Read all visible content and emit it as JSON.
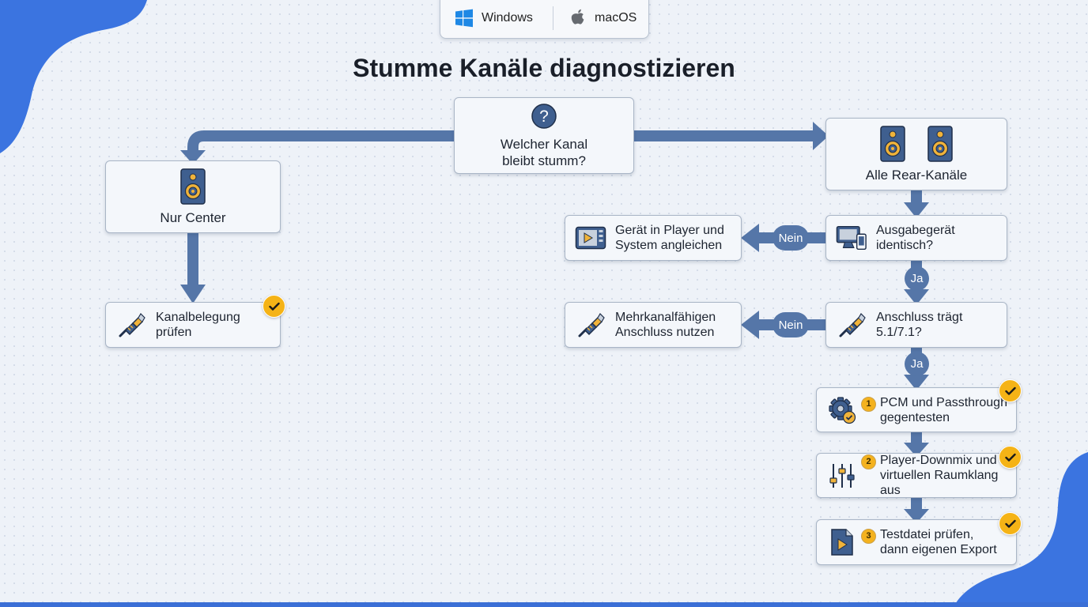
{
  "os_toggle": {
    "windows_label": "Windows",
    "macos_label": "macOS"
  },
  "title": "Stumme Kanäle diagnostizieren",
  "nodes": {
    "question": {
      "line1": "Welcher Kanal",
      "line2": "bleibt stumm?",
      "icon": "question-icon"
    },
    "center": {
      "label": "Nur Center",
      "icon": "speaker-icon"
    },
    "rear": {
      "label": "Alle Rear-Kanäle",
      "icon": "speaker-pair-icon"
    },
    "kanalbelegung": {
      "line1": "Kanalbelegung",
      "line2": "prüfen",
      "icon": "cable-plug-icon",
      "checked": true
    },
    "ausgabegeraet": {
      "line1": "Ausgabegerät",
      "line2": "identisch?",
      "icon": "monitor-device-icon"
    },
    "geraet_player": {
      "line1": "Gerät in Player und",
      "line2": "System angleichen",
      "icon": "video-player-icon"
    },
    "anschluss": {
      "line1": "Anschluss trägt",
      "line2": "5.1/7.1?",
      "icon": "cable-plug-icon"
    },
    "mehrkanal": {
      "line1": "Mehrkanalfähigen",
      "line2": "Anschluss nutzen",
      "icon": "cable-plug-icon"
    },
    "step1": {
      "num": "1",
      "line1": "PCM und Passthrough",
      "line2": "gegentesten",
      "icon": "gear-check-icon",
      "checked": true
    },
    "step2": {
      "num": "2",
      "line1": "Player-Downmix und",
      "line2": "virtuellen Raumklang aus",
      "icon": "mixer-sliders-icon",
      "checked": true
    },
    "step3": {
      "num": "3",
      "line1": "Testdatei prüfen,",
      "line2": "dann eigenen Export",
      "icon": "play-file-icon",
      "checked": true
    }
  },
  "edge_labels": {
    "nein_1": "Nein",
    "ja_1": "Ja",
    "nein_2": "Nein",
    "ja_2": "Ja"
  },
  "colors": {
    "connector": "#5576a8",
    "badge": "#f5b316",
    "accent_blob": "#3b74e0",
    "node_bg": "#f4f7fb"
  }
}
